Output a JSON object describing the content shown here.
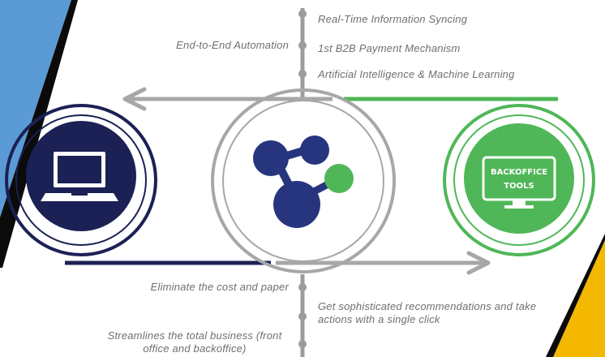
{
  "top_left_features": [
    "End-to-End Automation"
  ],
  "top_right_features": [
    "Real-Time Information Syncing",
    "1st B2B Payment Mechanism",
    "Artificial Intelligence & Machine Learning"
  ],
  "bottom_left_features": [
    "Eliminate the cost and paper",
    "Streamlines the total business (front office and backoffice)"
  ],
  "bottom_right_features": [
    "Get sophisticated recommendations and take actions with a single click"
  ],
  "backoffice_badge": {
    "line1": "BACKOFFICE",
    "line2": "TOOLS"
  },
  "icons": [
    "laptop-icon",
    "molecule-logo-icon",
    "monitor-icon"
  ],
  "colors": {
    "navy": "#1b2155",
    "blue_node": "#27357e",
    "green": "#4fb757",
    "gray": "#a7a7a7",
    "text_gray": "#6f6f6f",
    "corner_blue": "#5b9bd5",
    "corner_yellow": "#f5b800"
  }
}
